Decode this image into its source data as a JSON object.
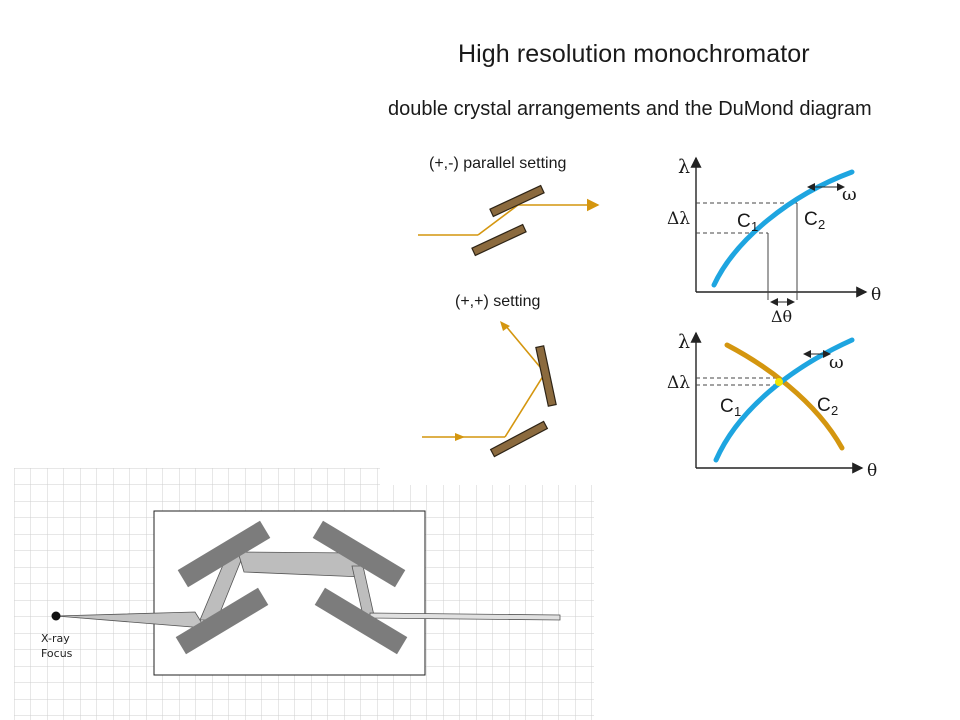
{
  "title": "High resolution monochromator",
  "subtitle": "double crystal arrangements and the DuMond diagram",
  "settings": {
    "parallel": "(+,-) parallel setting",
    "plusplus": "(+,+) setting"
  },
  "dumond_top": {
    "y_axis": "λ",
    "x_axis": "θ",
    "delta_lambda": "Δλ",
    "delta_theta": "Δθ",
    "omega": "ω",
    "c1": "C",
    "c1_sub": "1",
    "c2": "C",
    "c2_sub": "2"
  },
  "dumond_bottom": {
    "y_axis": "λ",
    "x_axis": "θ",
    "delta_lambda": "Δλ",
    "omega": "ω",
    "c1": "C",
    "c1_sub": "1",
    "c2": "C",
    "c2_sub": "2"
  },
  "schematic": {
    "focus_line1": "X-ray",
    "focus_line2": "Focus"
  },
  "colors": {
    "beam": "#d4960f",
    "crystal_fill": "#8b6a3e",
    "curve_c1": "#1ea5e0",
    "curve_c2": "#d4960f",
    "intersection": "#f2e600",
    "grid": "#cccccc",
    "crystal_gray": "#7c7c7c",
    "beam_gray": "#bdbdbd"
  }
}
